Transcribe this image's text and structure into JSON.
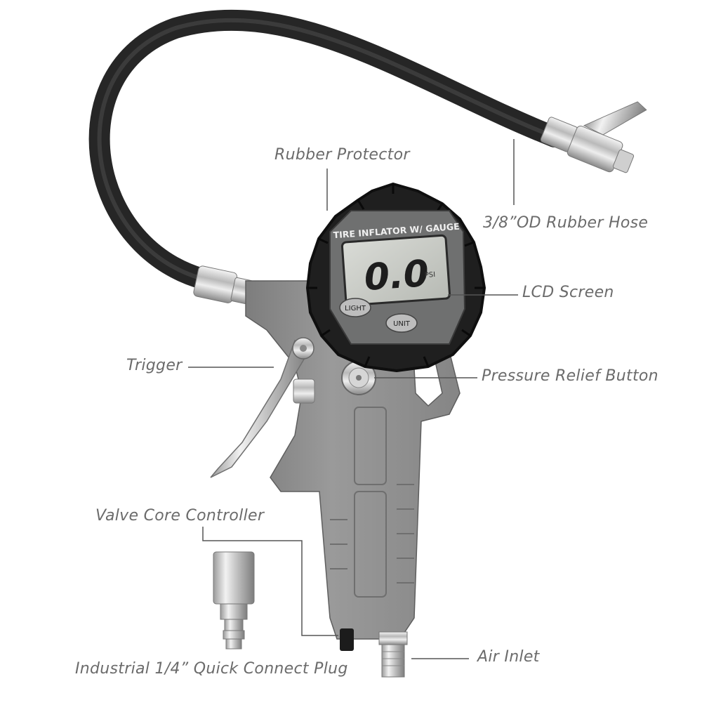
{
  "labels": {
    "rubber_protector": "Rubber Protector",
    "hose": "3/8”OD Rubber Hose",
    "lcd_screen": "LCD Screen",
    "trigger": "Trigger",
    "pressure_relief_button": "Pressure Relief Button",
    "valve_core_controller": "Valve Core Controller",
    "quick_connect_plug": "Industrial 1/4” Quick Connect Plug",
    "air_inlet": "Air Inlet"
  },
  "gauge": {
    "bezel_text": "TIRE INFLATOR W/ GAUGE",
    "reading": "0.0",
    "unit": "PSI",
    "light_button": "LIGHT",
    "unit_button": "UNIT"
  },
  "colors": {
    "body": "#8c8c8c",
    "hose": "#2b2b2b",
    "bezel": "#1e1e1e",
    "label_text": "#6b6b6b",
    "leader_line": "#555555"
  }
}
